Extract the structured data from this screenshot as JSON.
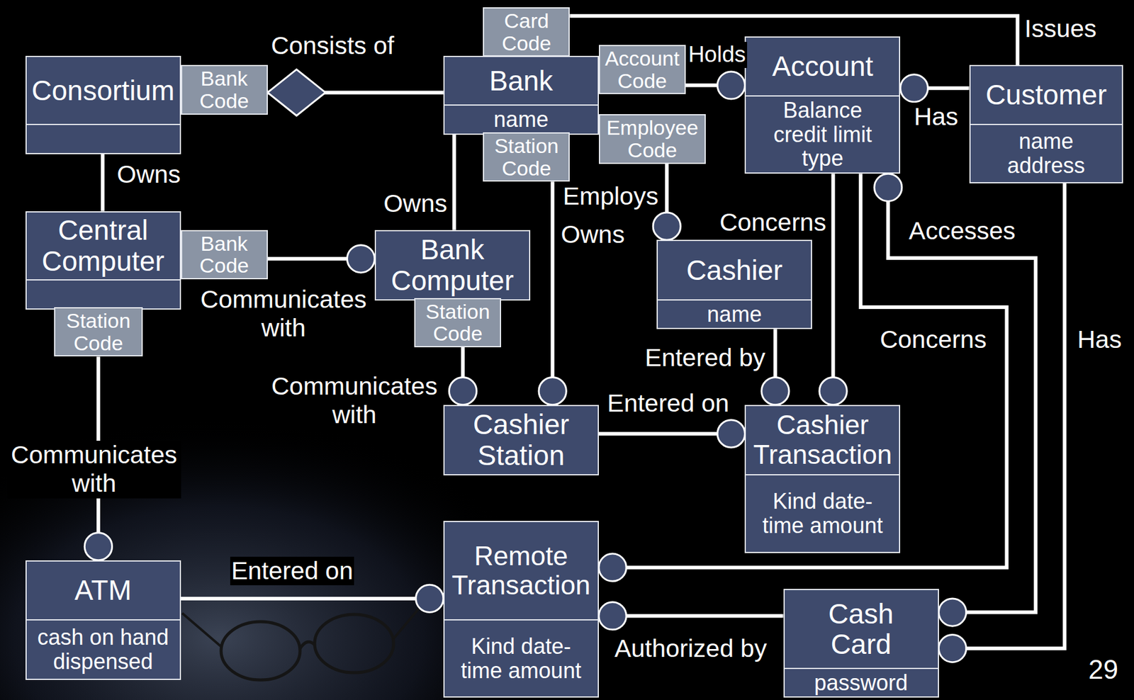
{
  "diagram": {
    "nodes": [
      {
        "text": [
          "Card Code"
        ]
      },
      {
        "text": [
          "Consortium"
        ]
      },
      {
        "text": [
          "Bank Code"
        ]
      },
      {
        "text": [
          "Bank",
          "name"
        ]
      },
      {
        "text": [
          "Account Code"
        ]
      },
      {
        "text": [
          "Account",
          "Balance credit limit type"
        ]
      },
      {
        "text": [
          "Customer",
          "name address"
        ]
      },
      {
        "text": [
          "Employee Code"
        ]
      },
      {
        "text": [
          "Station Code"
        ]
      },
      {
        "text": [
          "Central Computer"
        ]
      },
      {
        "text": [
          "Bank Code"
        ]
      },
      {
        "text": [
          "Bank Computer"
        ]
      },
      {
        "text": [
          "Cashier",
          "name"
        ]
      },
      {
        "text": [
          "Station Code"
        ]
      },
      {
        "text": [
          "Station Code"
        ]
      },
      {
        "text": [
          "Cashier Station"
        ]
      },
      {
        "text": [
          "Cashier Transaction",
          "Kind date-time amount"
        ]
      },
      {
        "text": [
          "Remote Transaction",
          "Kind date-time amount"
        ]
      },
      {
        "text": [
          "ATM",
          "cash on hand dispensed"
        ]
      },
      {
        "text": [
          "Cash Card",
          "password"
        ]
      }
    ],
    "edges": [
      {
        "from": 2,
        "to": 3,
        "label": "Consists of",
        "arrow": "none"
      },
      {
        "from": 0,
        "to": 6,
        "label": "Issues",
        "arrow": "none"
      },
      {
        "from": 4,
        "to": 5,
        "label": "Holds",
        "arrow": "none"
      },
      {
        "from": 5,
        "to": 6,
        "label": "Has",
        "arrow": "none"
      },
      {
        "from": 1,
        "to": 9,
        "label": "Owns",
        "arrow": "none"
      },
      {
        "from": 3,
        "to": 11,
        "label": "Owns",
        "arrow": "none"
      },
      {
        "from": 8,
        "to": 15,
        "label": "Owns",
        "arrow": "none"
      },
      {
        "from": 7,
        "to": 12,
        "label": "Employs",
        "arrow": "none"
      },
      {
        "from": 5,
        "to": 16,
        "label": "Concerns",
        "arrow": "none"
      },
      {
        "from": 5,
        "to": 19,
        "label": "Accesses",
        "arrow": "none"
      },
      {
        "from": 10,
        "to": 11,
        "label": "Communicates with",
        "arrow": "none"
      },
      {
        "from": 14,
        "to": 15,
        "label": "Communicates with",
        "arrow": "none"
      },
      {
        "from": 12,
        "to": 16,
        "label": "Entered by",
        "arrow": "none"
      },
      {
        "from": 15,
        "to": 16,
        "label": "Entered on",
        "arrow": "none"
      },
      {
        "from": 5,
        "to": 17,
        "label": "Concerns",
        "arrow": "none"
      },
      {
        "from": 6,
        "to": 19,
        "label": "Has",
        "arrow": "none"
      },
      {
        "from": 13,
        "to": 18,
        "label": "Communicates with",
        "arrow": "none"
      },
      {
        "from": 18,
        "to": 17,
        "label": "Entered on",
        "arrow": "none"
      },
      {
        "from": 17,
        "to": 19,
        "label": "Authorized by",
        "arrow": "none"
      }
    ],
    "labels": [
      "29"
    ]
  }
}
